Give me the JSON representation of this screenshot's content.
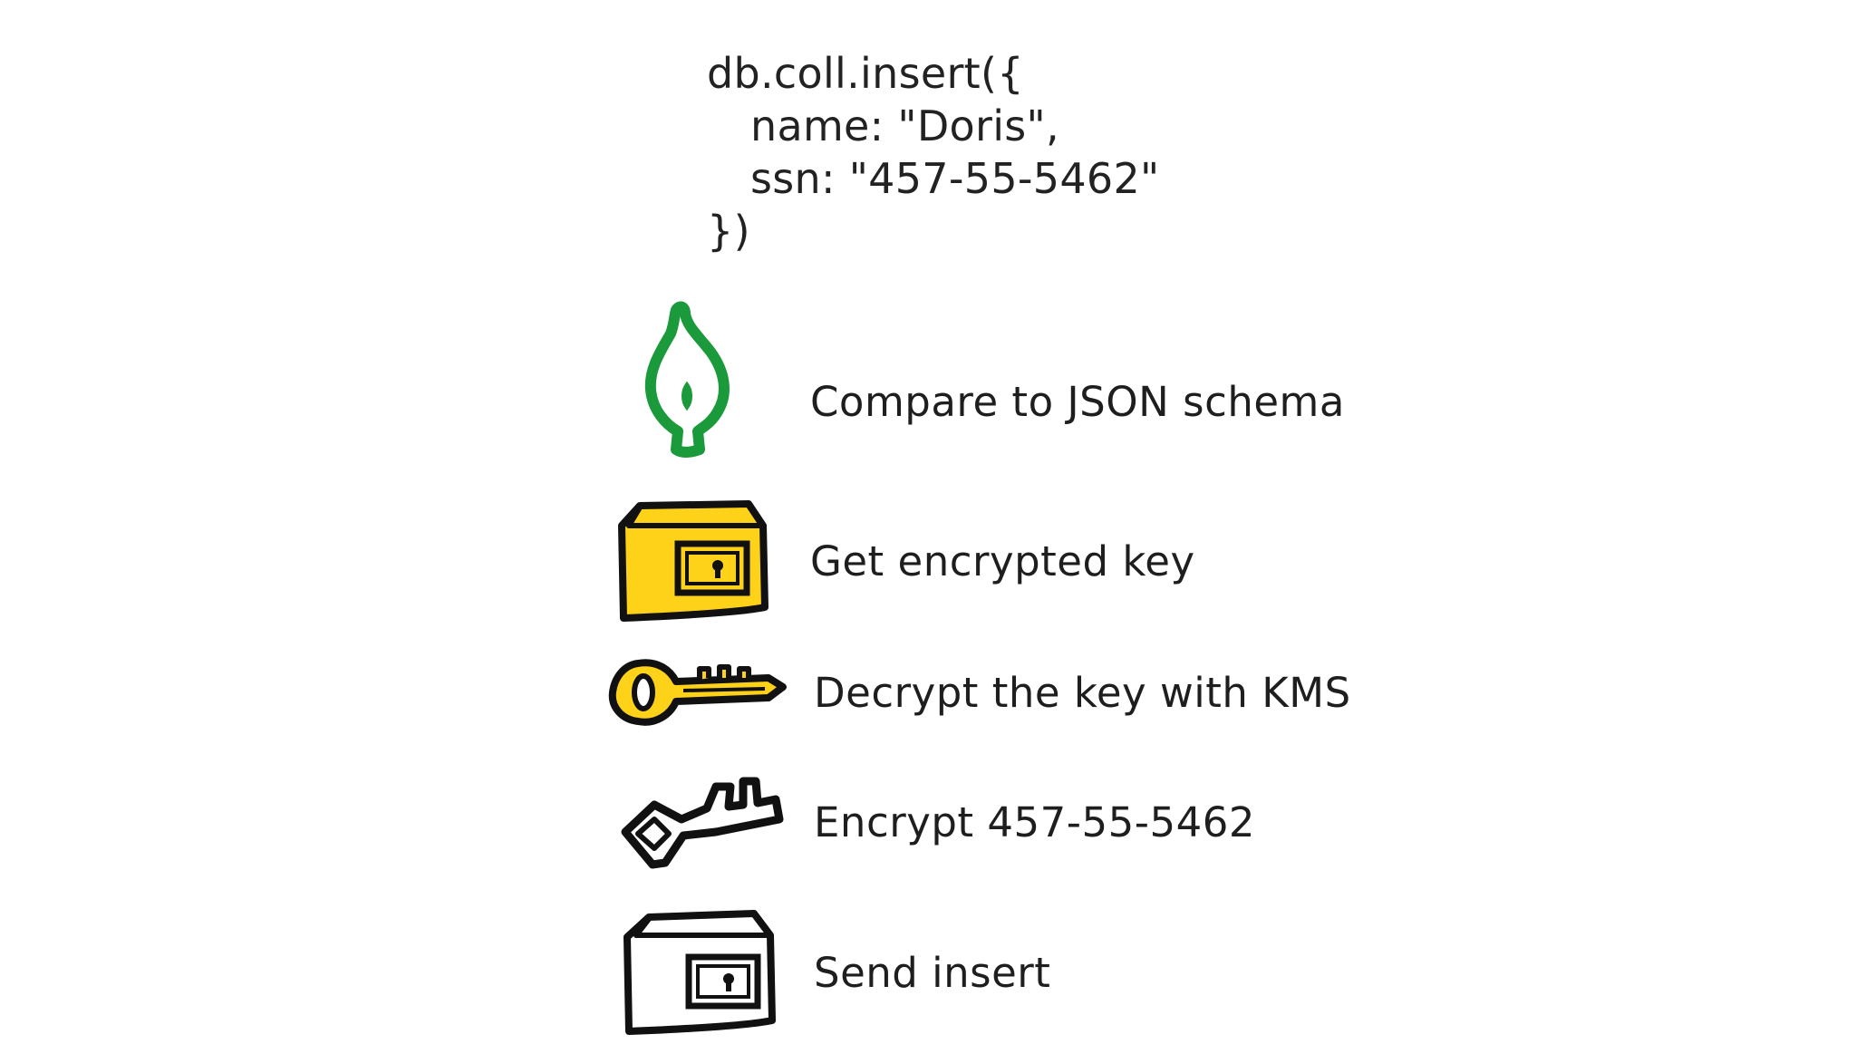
{
  "code": {
    "line1": "db.coll.insert({",
    "line2": "name: \"Doris\",",
    "line3": "ssn: \"457-55-5462\"",
    "line4": "})"
  },
  "steps": [
    {
      "label": "Compare to JSON schema",
      "icon": "leaf-icon"
    },
    {
      "label": "Get encrypted key",
      "icon": "safe-icon"
    },
    {
      "label": "Decrypt the key with KMS",
      "icon": "key-icon"
    },
    {
      "label": "Encrypt 457-55-5462",
      "icon": "key-outline-icon"
    },
    {
      "label": "Send insert",
      "icon": "safe-outline-icon"
    }
  ],
  "colors": {
    "leaf_green": "#1a9a3a",
    "gold": "#ffd21a",
    "ink": "#111111"
  }
}
